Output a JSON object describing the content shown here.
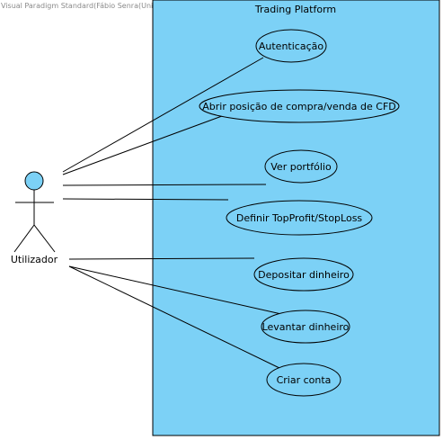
{
  "watermark": "Visual Paradigm Standard(Fábio Senra(Universidade do Minho))",
  "colors": {
    "system_fill": "#7cd1f6",
    "usecase_fill": "#7cd1f6",
    "actor_head_fill": "#7cd1f6",
    "stroke": "#000000"
  },
  "system": {
    "title": "Trading Platform"
  },
  "actor": {
    "name": "Utilizador"
  },
  "use_cases": [
    {
      "id": "autenticacao",
      "label": "Autenticação"
    },
    {
      "id": "abrir-posicao",
      "label": "Abrir posição de compra/venda de CFD"
    },
    {
      "id": "ver-portfolio",
      "label": "Ver portfólio"
    },
    {
      "id": "definir-tp-sl",
      "label": "Definir TopProfit/StopLoss"
    },
    {
      "id": "depositar",
      "label": "Depositar dinheiro"
    },
    {
      "id": "levantar",
      "label": "Levantar dinheiro"
    },
    {
      "id": "criar-conta",
      "label": "Criar conta"
    }
  ]
}
